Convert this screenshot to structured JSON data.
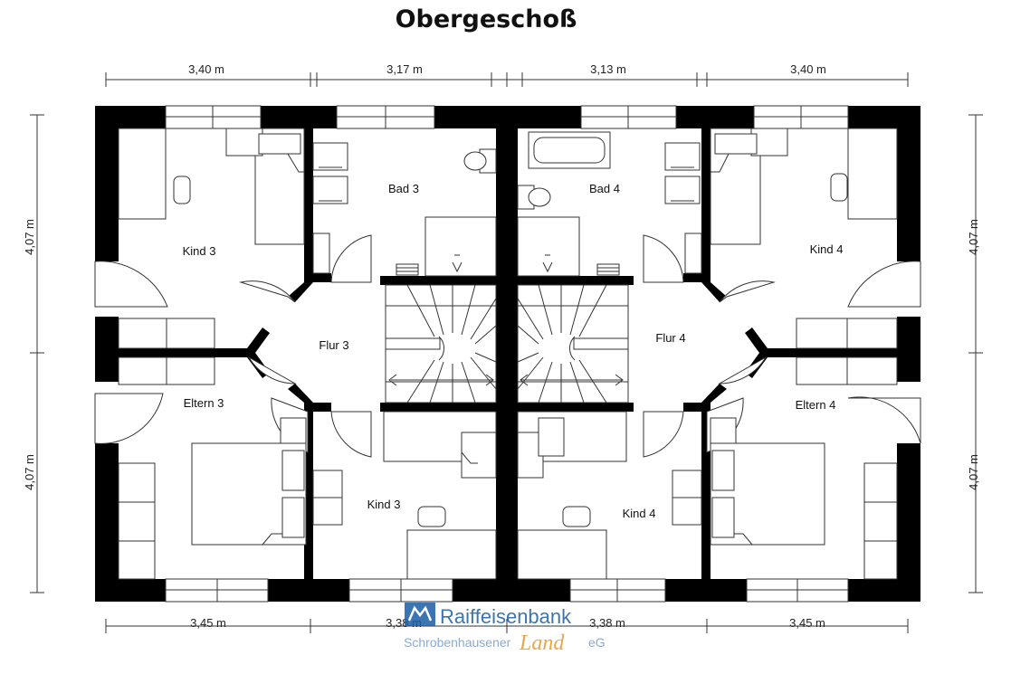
{
  "title": "Obergeschoß",
  "dimensions": {
    "top": [
      "3,40 m",
      "3,17 m",
      "3,13 m",
      "3,40 m"
    ],
    "bottom": [
      "3,45 m",
      "3,38 m",
      "3,38 m",
      "3,45 m"
    ],
    "left": [
      "4,07 m",
      "4,07 m"
    ],
    "right": [
      "4,07 m",
      "4,07 m"
    ]
  },
  "rooms": {
    "kind3_top": "Kind 3",
    "bad3": "Bad 3",
    "bad4": "Bad 4",
    "kind4_top": "Kind 4",
    "flur3": "Flur 3",
    "flur4": "Flur 4",
    "eltern3": "Eltern 3",
    "eltern4": "Eltern 4",
    "kind3_bottom": "Kind 3",
    "kind4_bottom": "Kind 4"
  },
  "logo": {
    "brand": "Raiffeisenbank",
    "sub": "Schrobenhausener",
    "land": "Land",
    "suffix": "eG",
    "colors": {
      "brand": "#1a5ea8",
      "accent": "#e39a2b"
    }
  }
}
